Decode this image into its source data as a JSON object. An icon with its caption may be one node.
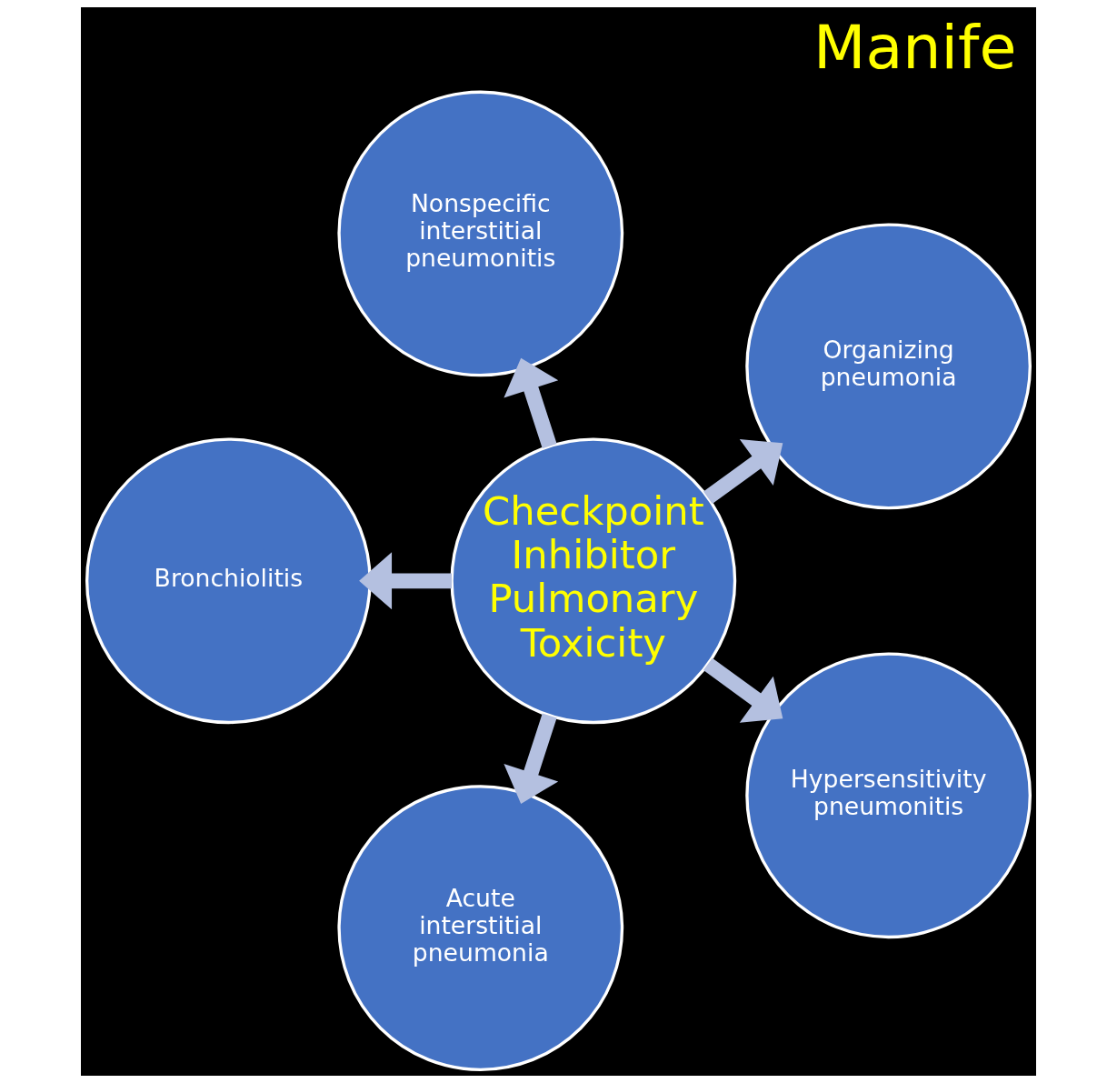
{
  "diagram": {
    "title": "Manife",
    "nodes": [
      {
        "text": [
          "Checkpoint Inhibitor Pulmonary Toxicity"
        ]
      },
      {
        "text": [
          "Organizing pneumonia"
        ]
      },
      {
        "text": [
          "Nonspecific interstitial pneumonitis"
        ]
      },
      {
        "text": [
          "Bronchiolitis"
        ]
      },
      {
        "text": [
          "Acute interstitial pneumonia"
        ]
      },
      {
        "text": [
          "Hypersensitivity pneumonitis"
        ]
      }
    ],
    "edges": [
      {
        "from": 0,
        "to": 1,
        "arrow": "to"
      },
      {
        "from": 0,
        "to": 3,
        "arrow": "to"
      },
      {
        "from": 0,
        "to": 5,
        "arrow": "to"
      },
      {
        "from": 0,
        "to": 4,
        "arrow": "to"
      },
      {
        "from": 0,
        "to": 2,
        "arrow": "to"
      }
    ]
  }
}
